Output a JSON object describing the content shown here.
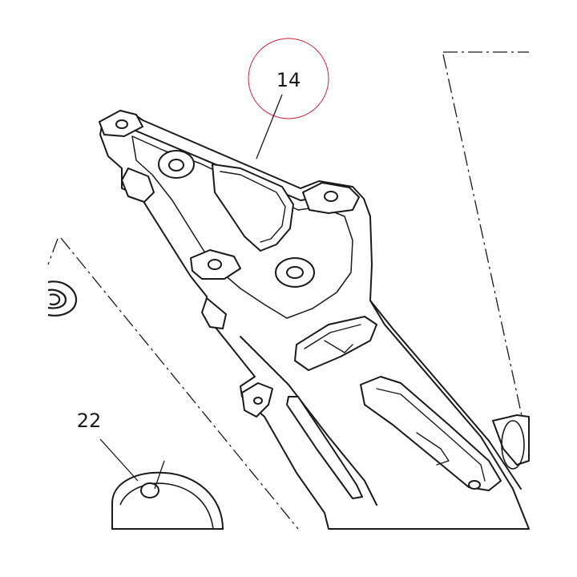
{
  "callouts": [
    {
      "id": "14",
      "label": "14",
      "highlighted": true
    },
    {
      "id": "22",
      "label": "22",
      "highlighted": false
    }
  ],
  "colors": {
    "line": "#1a1a1a",
    "highlight_circle": "#c8283c",
    "background": "#ffffff"
  }
}
